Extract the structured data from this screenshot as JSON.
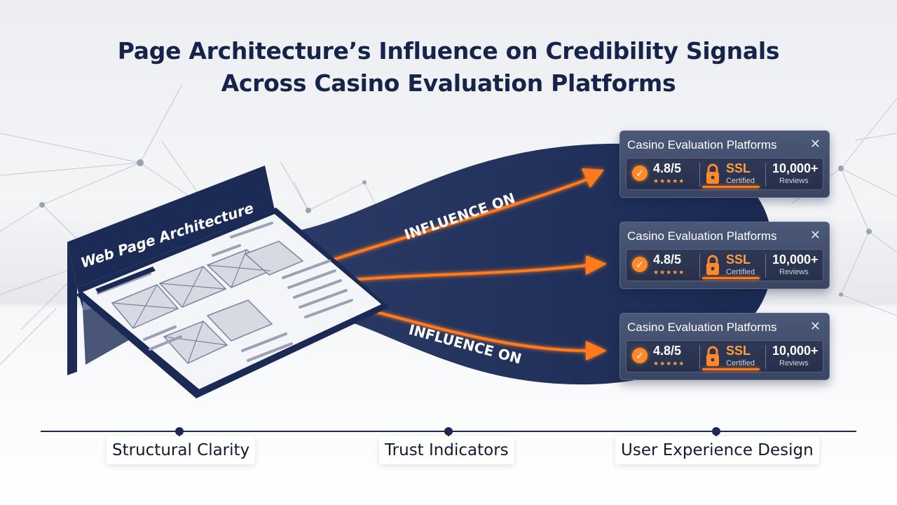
{
  "title": {
    "line1": "Page Architecture’s Influence on Credibility Signals",
    "line2": "Across Casino Evaluation Platforms"
  },
  "source": {
    "label": "Web Page Architecture"
  },
  "flows": [
    {
      "label": "INFLUENCE ON"
    },
    {
      "label": ""
    },
    {
      "label": "INFLUENCE ON"
    }
  ],
  "cards": [
    {
      "title": "Casino Evaluation Platforms",
      "close": "✕",
      "rating": "4.8/5",
      "stars": "★★★★★",
      "ssl": "SSL",
      "ssl_sub": "Certified",
      "count": "10,000+",
      "count_sub": "Reviews"
    },
    {
      "title": "Casino Evaluation Platforms",
      "close": "✕",
      "rating": "4.8/5",
      "stars": "★★★★★",
      "ssl": "SSL",
      "ssl_sub": "Certified",
      "count": "10,000+",
      "count_sub": "Reviews"
    },
    {
      "title": "Casino Evaluation Platforms",
      "close": "✕",
      "rating": "4.8/5",
      "stars": "★★★★★",
      "ssl": "SSL",
      "ssl_sub": "Certified",
      "count": "10,000+",
      "count_sub": "Reviews"
    }
  ],
  "timeline": {
    "items": [
      "Structural Clarity",
      "Trust Indicators",
      "User Experience Design"
    ]
  },
  "colors": {
    "navy": "#1a2a55",
    "accent": "#ff7a1a",
    "card": "#3f4a68",
    "title": "#16244a"
  }
}
